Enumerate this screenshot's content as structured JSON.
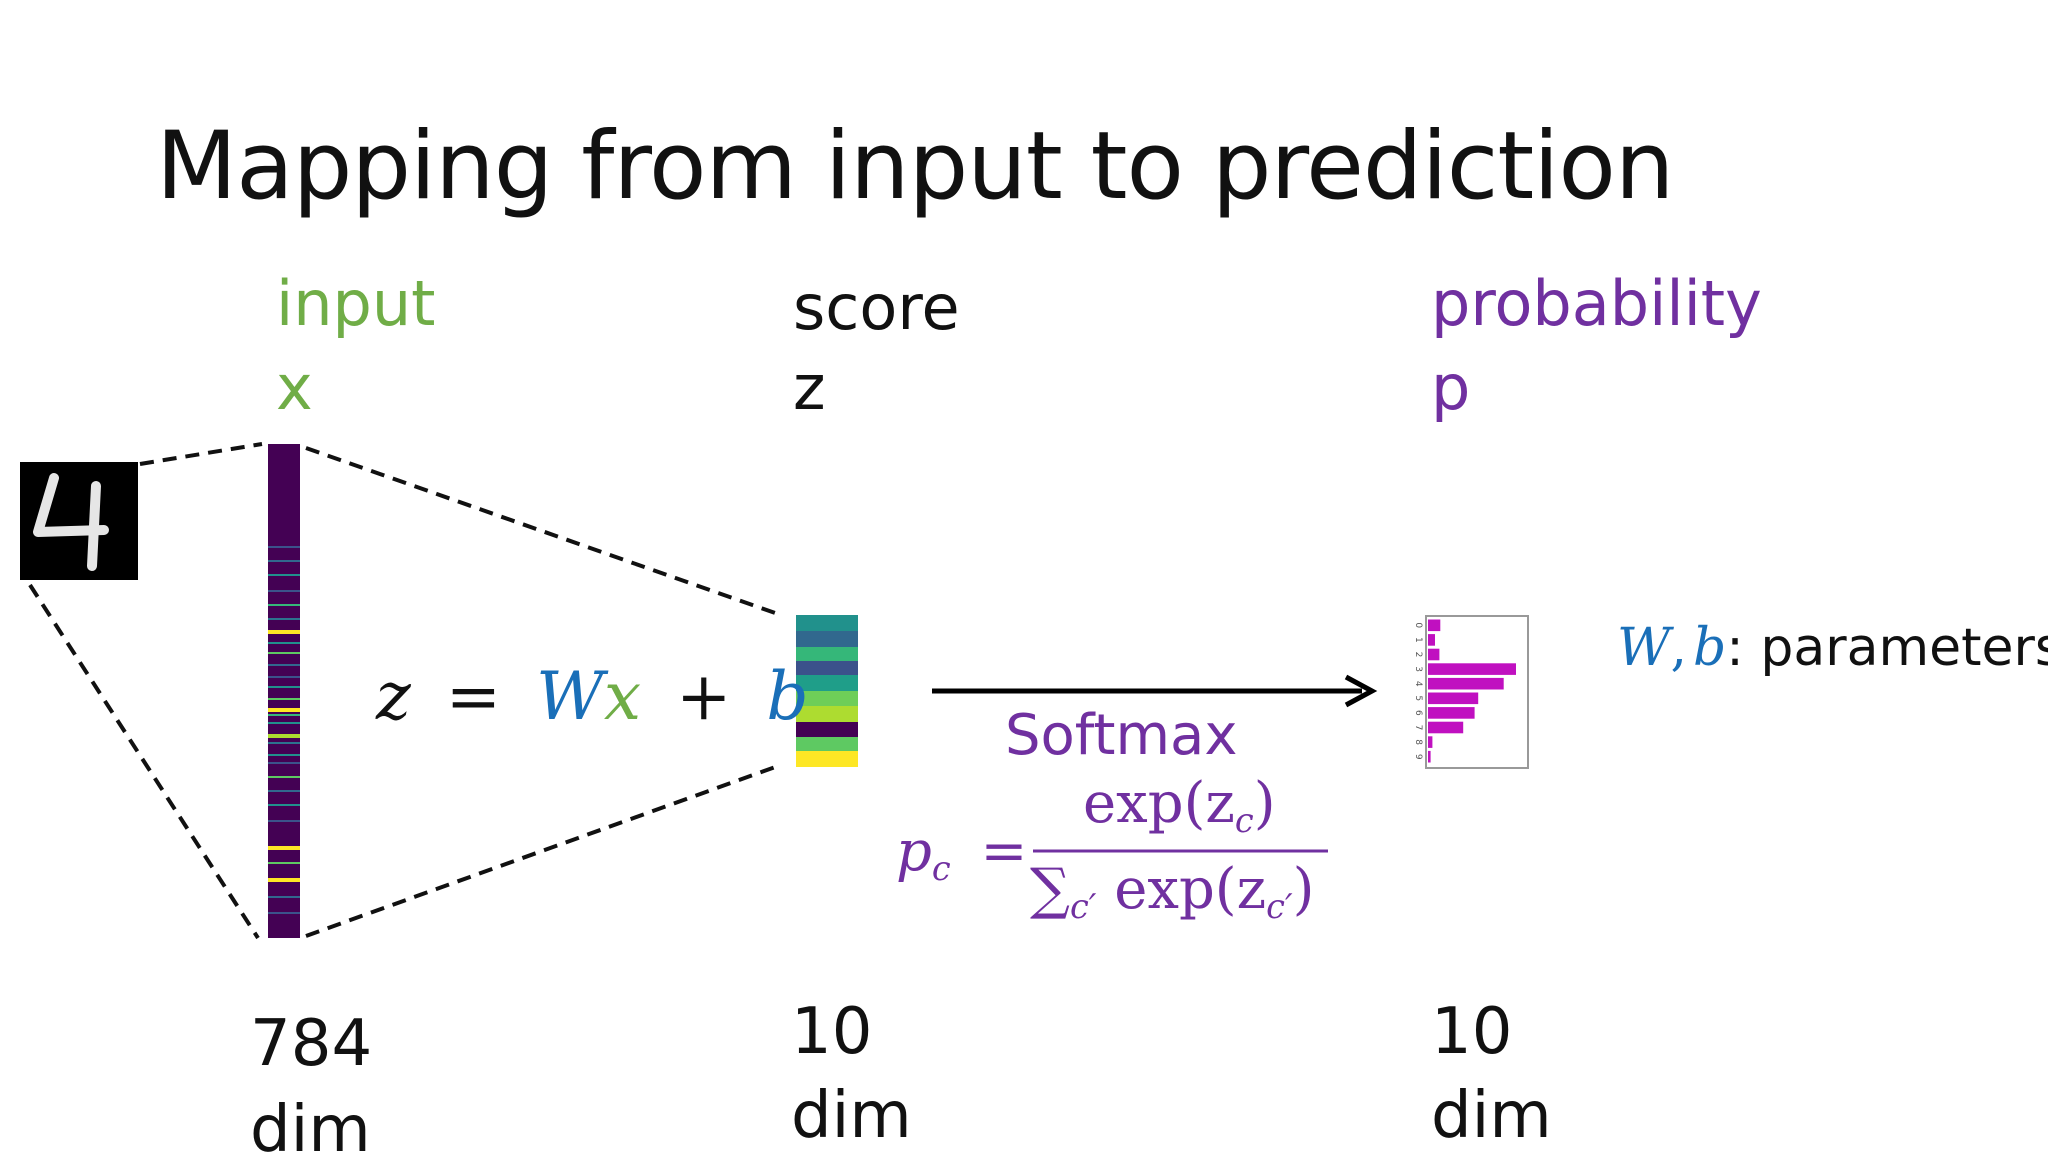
{
  "title": "Mapping from input to prediction",
  "columns": {
    "input": {
      "label": "input",
      "symbol": "x",
      "size": "784",
      "unit": "dim"
    },
    "score": {
      "label": "score",
      "symbol": "z",
      "size": "10",
      "unit": "dim"
    },
    "probability": {
      "label": "probability",
      "symbol": "p",
      "size": "10",
      "unit": "dim"
    }
  },
  "equation": {
    "lhs": "z",
    "eq": "=",
    "W": "W",
    "x": "x",
    "plus": "+",
    "b": "b"
  },
  "softmax": {
    "label": "Softmax",
    "lhs_p": "p",
    "lhs_sub": "c",
    "eq": "=",
    "num_fn": "exp(z",
    "num_sub": "c",
    "num_close": ")",
    "den_sum": "∑",
    "den_sum_sub": "c′",
    "den_fn": "exp(z",
    "den_sub": "c′",
    "den_close": ")"
  },
  "params": {
    "W": "W",
    "comma": ",",
    "b": "b",
    "text": ": parameters"
  },
  "probability_chart": {
    "tick_labels": [
      "0",
      "1",
      "2",
      "3",
      "4",
      "5",
      "6",
      "7",
      "8",
      "9"
    ],
    "values": [
      0.14,
      0.08,
      0.13,
      1.0,
      0.86,
      0.57,
      0.53,
      0.4,
      0.05,
      0.03
    ],
    "color": "#c010c0"
  },
  "colors": {
    "input": "#70ad47",
    "probability": "#7030a0",
    "params": "#1a6fb8"
  }
}
